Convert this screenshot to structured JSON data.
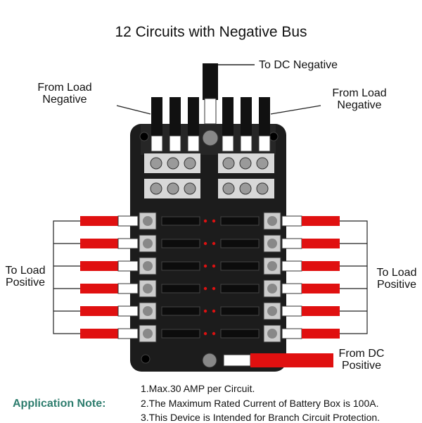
{
  "title": "12 Circuits with Negative Bus",
  "labels": {
    "to_dc_negative": "To DC Negative",
    "from_load_negative_left": [
      "From Load",
      "Negative"
    ],
    "from_load_negative_right": [
      "From Load",
      "Negative"
    ],
    "to_load_positive_left": [
      "To Load",
      "Positive"
    ],
    "to_load_positive_right": [
      "To Load",
      "Positive"
    ],
    "from_dc_positive": [
      "From DC",
      "Positive"
    ]
  },
  "application_note": {
    "heading": "Application Note:",
    "lines": [
      "1.Max.30 AMP per Circuit.",
      "2.The Maximum Rated Current of Battery Box is 100A.",
      "3.This Device is Intended for Branch Circuit Protection."
    ]
  },
  "colors": {
    "positive_wire": "#e01010",
    "negative_wire": "#111111",
    "box_body": "#1c1c1c",
    "note_heading": "#2e7d6e"
  }
}
